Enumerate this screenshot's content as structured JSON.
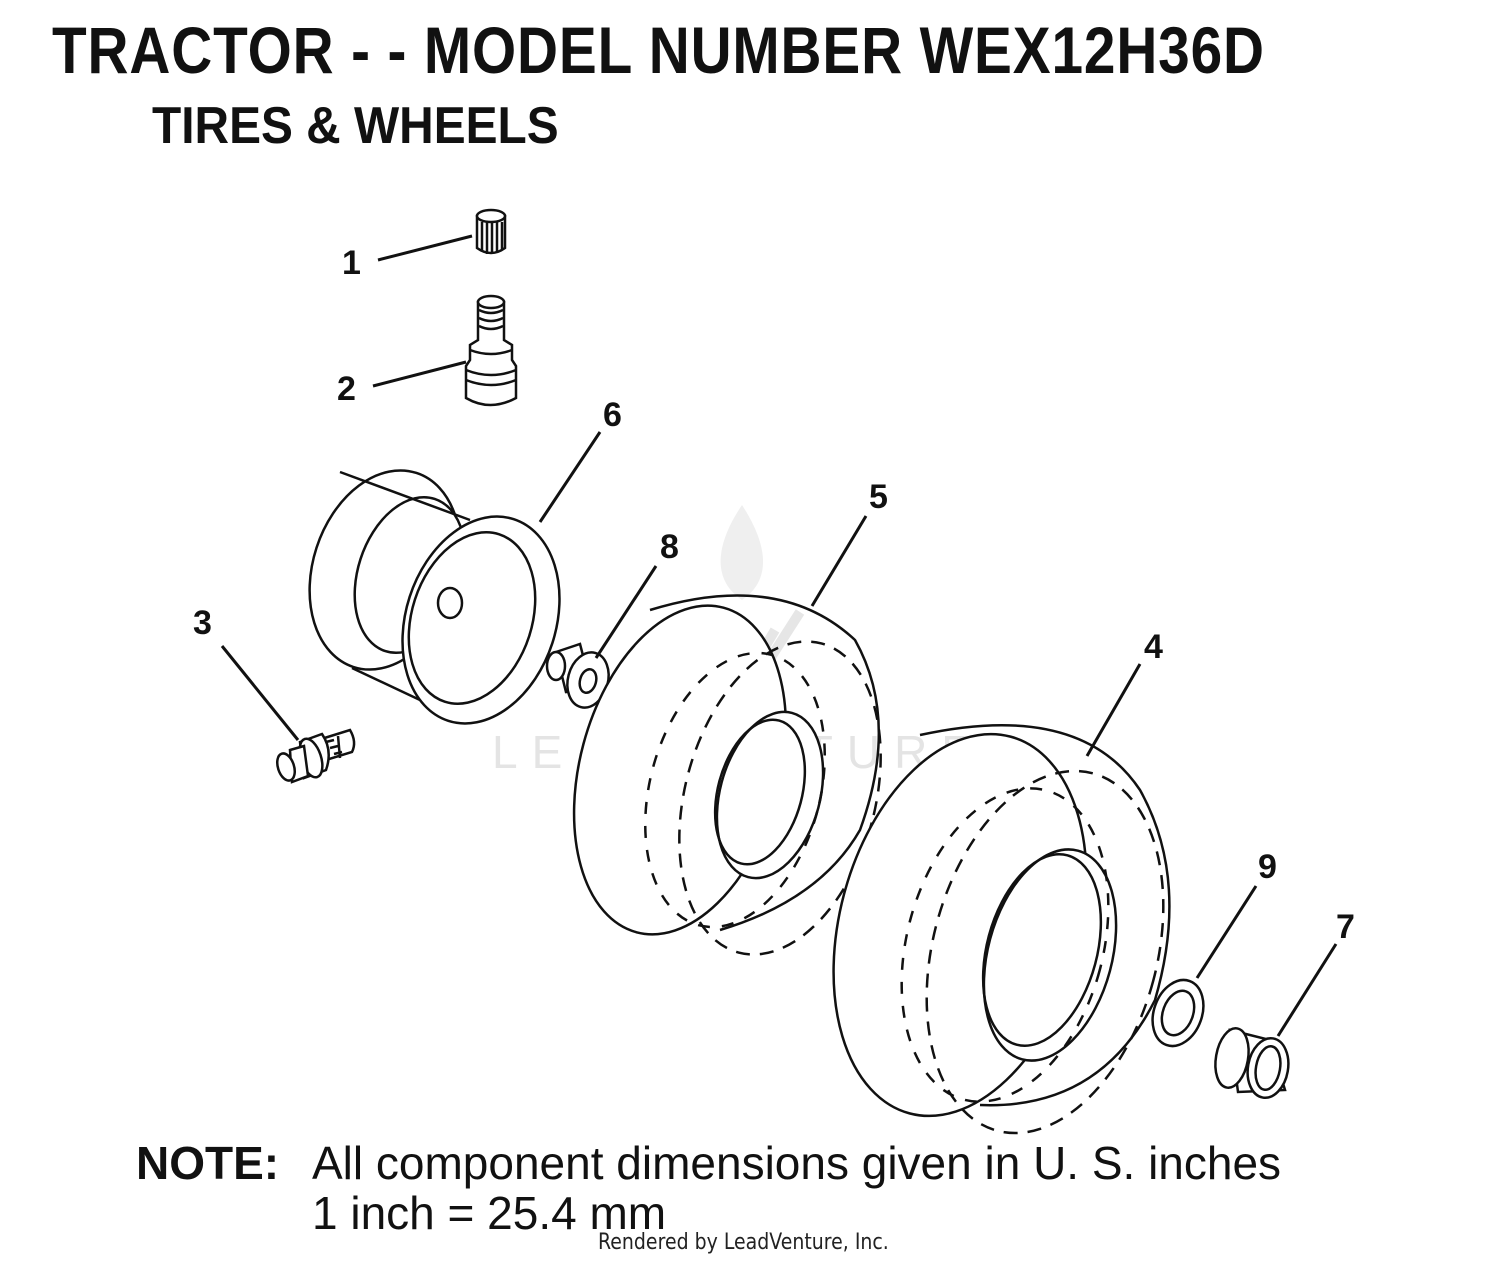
{
  "header": {
    "title": "TRACTOR - - MODEL NUMBER WEX12H36D",
    "subtitle": "TIRES & WHEELS"
  },
  "parts": [
    {
      "number": "1",
      "icon": "valve-cap-icon"
    },
    {
      "number": "2",
      "icon": "valve-stem-icon"
    },
    {
      "number": "3",
      "icon": "grease-fitting-icon"
    },
    {
      "number": "4",
      "icon": "tire-icon"
    },
    {
      "number": "5",
      "icon": "tire-icon"
    },
    {
      "number": "6",
      "icon": "rim-icon"
    },
    {
      "number": "7",
      "icon": "bushing-icon"
    },
    {
      "number": "8",
      "icon": "flange-bushing-icon"
    },
    {
      "number": "9",
      "icon": "washer-icon"
    }
  ],
  "watermark": {
    "text": "LEADVENTURE"
  },
  "note": {
    "label": "NOTE:",
    "line1": "All component dimensions given in U. S. inches",
    "line2": "1 inch = 25.4 mm"
  },
  "footer": {
    "text": "Rendered by LeadVenture, Inc."
  }
}
